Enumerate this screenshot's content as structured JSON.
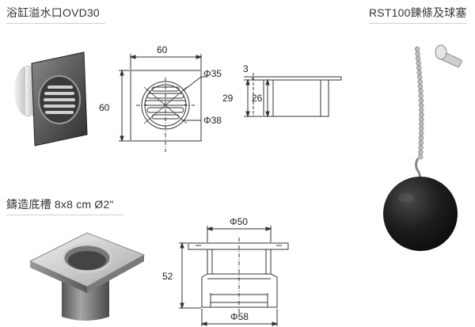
{
  "sections": {
    "overflow": {
      "title": "浴缸溢水口OVD30"
    },
    "chain": {
      "title": "RST100鍊條及球塞"
    },
    "cast": {
      "title": "鑄造底槽 8x8 cm Ø2\""
    }
  },
  "dims": {
    "overflow_width": "60",
    "overflow_height": "60",
    "phi35": "Φ35",
    "phi38": "Φ38",
    "side_3": "3",
    "side_29": "29",
    "side_26": "26",
    "phi50": "Φ50",
    "h52": "52",
    "phi58": "Φ58"
  },
  "colors": {
    "ball": "#1b1b1b",
    "metal_light": "#d9d9d9",
    "metal_dark": "#6b6b6b",
    "line": "#333333"
  }
}
